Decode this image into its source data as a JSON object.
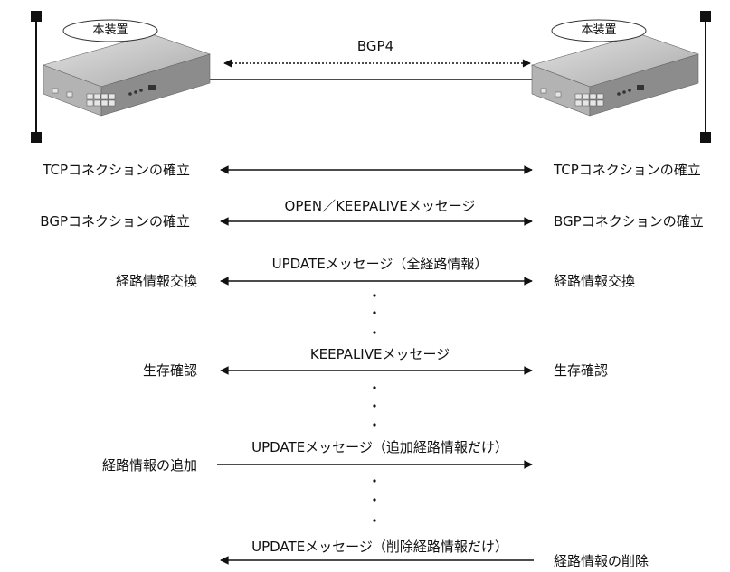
{
  "devices": {
    "left_label": "本装置",
    "right_label": "本装置"
  },
  "link_label": "BGP4",
  "steps": [
    {
      "left_state": "TCPコネクションの確立",
      "message": "",
      "right_state": "TCPコネクションの確立"
    },
    {
      "left_state": "BGPコネクションの確立",
      "message": "OPEN／KEEPALIVEメッセージ",
      "right_state": "BGPコネクションの確立"
    },
    {
      "left_state": "経路情報交換",
      "message": "UPDATEメッセージ（全経路情報）",
      "right_state": "経路情報交換"
    },
    {
      "left_state": "生存確認",
      "message": "KEEPALIVEメッセージ",
      "right_state": "生存確認"
    },
    {
      "left_state": "経路情報の追加",
      "message": "UPDATEメッセージ（追加経路情報だけ）",
      "right_state": ""
    },
    {
      "left_state": "",
      "message": "UPDATEメッセージ（削除経路情報だけ）",
      "right_state": "経路情報の削除"
    }
  ],
  "colors": {
    "line": "#111111",
    "device_top": "#c9c9c9",
    "device_front": "#8c8c8c",
    "device_side": "#a9a9a9"
  }
}
